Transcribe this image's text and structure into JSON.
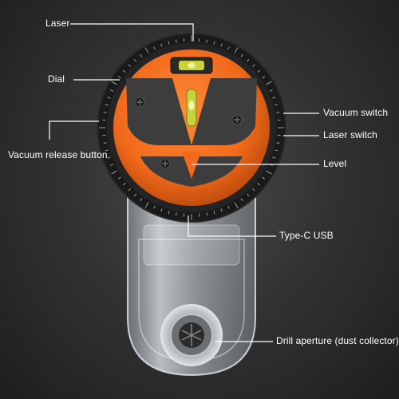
{
  "labels": {
    "laser": "Laser",
    "dial": "Dial",
    "vacuum_switch": "Vacuum switch",
    "laser_switch": "Laser switch",
    "vacuum_release_button": "Vacuum release button",
    "level": "Level",
    "type_c_usb": "Type-C USB",
    "drill_aperture": "Drill aperture (dust collector)"
  },
  "colors": {
    "background": "#2e2e2e",
    "accent_orange": "#f26a1b",
    "dark_gray": "#3d3d3d",
    "dial_black": "#1a1a1a",
    "level_green": "#c8d23a"
  },
  "icons": [
    "screw-icon",
    "bubble-level-icon",
    "arrow-pointer-icon"
  ]
}
